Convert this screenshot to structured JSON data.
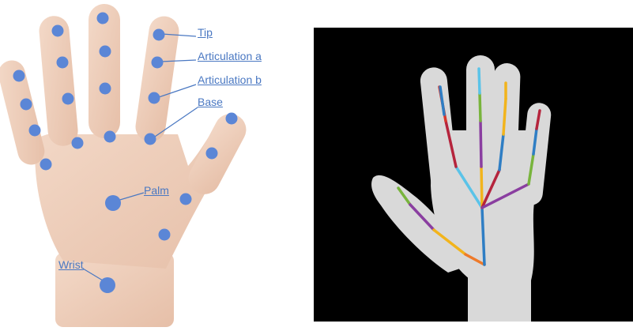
{
  "labels": {
    "tip": "Tip",
    "articulation_a": "Articulation a",
    "articulation_b": "Articulation b",
    "base": "Base",
    "palm": "Palm",
    "wrist": "Wrist"
  },
  "colors": {
    "marker": "#5b86d6",
    "label": "#4a78c2",
    "skin": "#f0d2bf",
    "depth_background": "#000000",
    "depth_hand": "#d9d9d9",
    "bone_red": "#d8362b",
    "bone_orange": "#ee7a2a",
    "bone_yellow": "#f2b41c",
    "bone_green": "#78b43c",
    "bone_blue": "#2f7ec4",
    "bone_lightblue": "#5ac3e8",
    "bone_purple": "#8a3ea0",
    "bone_crimson": "#b5243c"
  }
}
